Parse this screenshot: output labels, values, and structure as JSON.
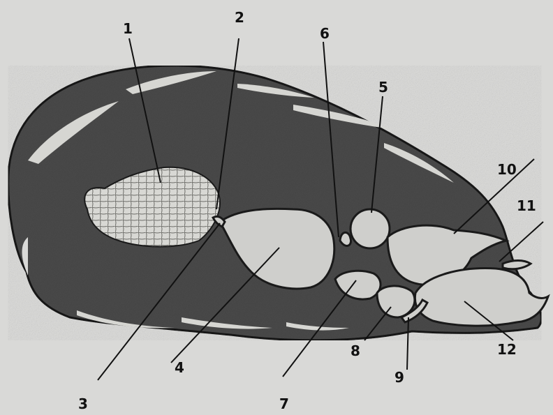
{
  "colors": {
    "background": "#d9d9d7",
    "body_fill": "#4a4a4a",
    "organ_fill": "#cfcfcc",
    "outline": "#1a1a1a"
  },
  "labels": {
    "l1": "1",
    "l2": "2",
    "l3": "3",
    "l4": "4",
    "l5": "5",
    "l6": "6",
    "l7": "7",
    "l8": "8",
    "l9": "9",
    "l10": "10",
    "l11": "11",
    "l12": "12"
  }
}
